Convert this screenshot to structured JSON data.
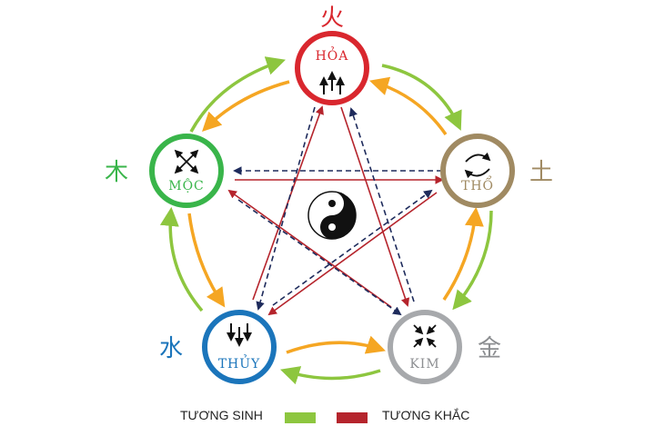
{
  "elements": {
    "hoa": {
      "label": "HỎA",
      "hanzi": "火",
      "color": "#d9272e"
    },
    "tho": {
      "label": "THỔ",
      "hanzi": "土",
      "color": "#a08a62"
    },
    "kim": {
      "label": "KIM",
      "hanzi": "金",
      "color": "#a7a9ac"
    },
    "thuy": {
      "label": "THỦY",
      "hanzi": "水",
      "color": "#1b75bb"
    },
    "moc": {
      "label": "MỘC",
      "hanzi": "木",
      "color": "#39b54a"
    }
  },
  "legend": {
    "generating": {
      "label": "TƯƠNG SINH",
      "color": "#8dc63f"
    },
    "overcoming": {
      "label": "TƯƠNG KHẮC",
      "color": "#b5242c"
    }
  },
  "colors": {
    "generating_outer": "#8dc63f",
    "generating_inner": "#f5a623",
    "overcoming": "#b5242c",
    "controlled_dashed": "#1e2b5c"
  }
}
